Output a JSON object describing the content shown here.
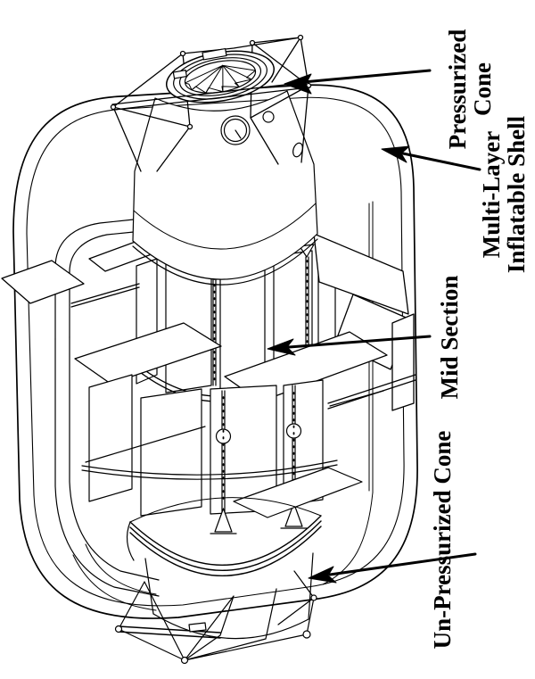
{
  "diagram": {
    "type": "technical-cutaway-line-drawing",
    "subject": "inflatable habitat module",
    "background_color": "#ffffff",
    "stroke_color": "#000000",
    "annotations": [
      {
        "id": "pressurized-cone",
        "lines": [
          "Pressurized",
          "Cone"
        ]
      },
      {
        "id": "multi-layer-inflatable-shell",
        "lines": [
          "Multi-Layer",
          "Inflatable Shell"
        ]
      },
      {
        "id": "mid-section",
        "lines": [
          "Mid Section"
        ]
      },
      {
        "id": "un-pressurized-cone",
        "lines": [
          "Un-Pressurized Cone"
        ]
      }
    ]
  }
}
